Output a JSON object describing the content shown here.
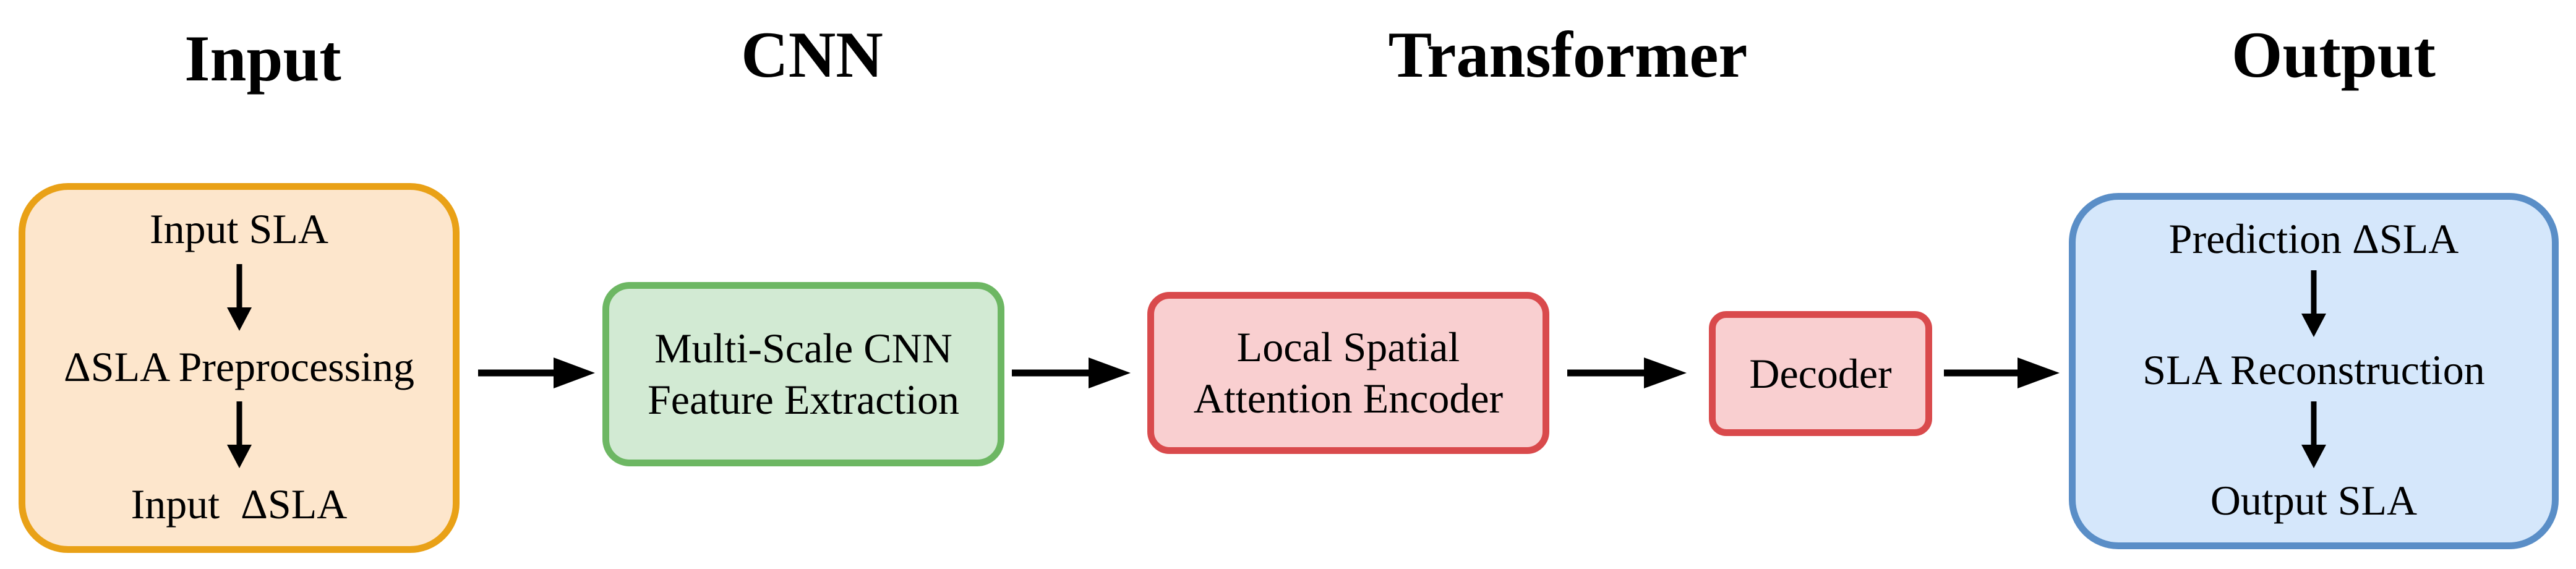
{
  "headings": {
    "input": "Input",
    "cnn": "CNN",
    "transformer": "Transformer",
    "output": "Output"
  },
  "input_box": {
    "line1": "Input SLA",
    "line2": "ΔSLA Preprocessing",
    "line3": "Input  ΔSLA"
  },
  "cnn_box": {
    "line1": "Multi-Scale CNN",
    "line2": "Feature Extraction"
  },
  "encoder_box": {
    "line1": "Local Spatial",
    "line2": "Attention Encoder"
  },
  "decoder_box": {
    "label": "Decoder"
  },
  "output_box": {
    "line1": "Prediction ΔSLA",
    "line2": "SLA Reconstruction",
    "line3": "Output SLA"
  },
  "colors": {
    "input_fill": "#fde6cc",
    "input_border": "#e9a117",
    "cnn_fill": "#d2ead3",
    "cnn_border": "#6db763",
    "transformer_fill": "#f9cfd0",
    "transformer_border": "#d94a4c",
    "output_fill": "#d5e7fb",
    "output_border": "#5a8ec7",
    "arrow": "#000000"
  }
}
